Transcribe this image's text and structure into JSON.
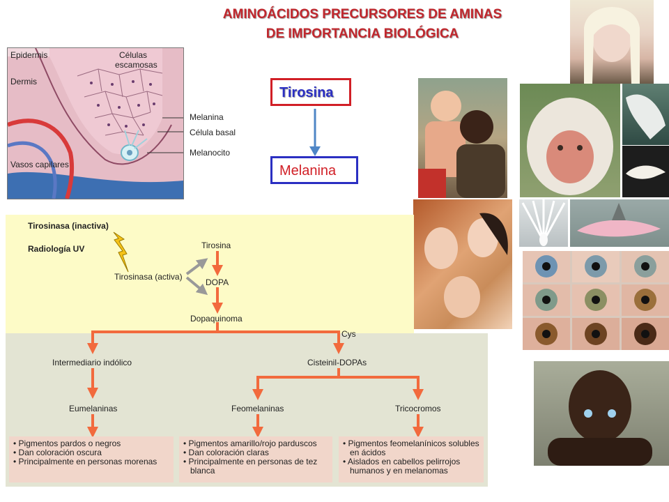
{
  "title": {
    "line1": "AMINOÁCIDOS PRECURSORES DE AMINAS",
    "line2": "DE IMPORTANCIA BIOLÓGICA"
  },
  "flow": {
    "source": "Tirosina",
    "target": "Melanina",
    "source_color": "#d11f26",
    "target_color": "#2b2fc2"
  },
  "skin_diagram": {
    "epidermis": "Epidermis",
    "dermis": "Dermis",
    "vasos": "Vasos capilares",
    "celulas1": "Células",
    "celulas2": "escamosas",
    "melanina": "Melanina",
    "basal": "Célula basal",
    "melanocito": "Melanocito"
  },
  "pathway": {
    "tirosinasa_inactiva": "Tirosinasa (inactiva)",
    "radiologia": "Radiología UV",
    "tirosinasa_activa": "Tirosinasa (activa)",
    "tirosina": "Tirosina",
    "dopa": "DOPA",
    "dopaquinoma": "Dopaquinoma",
    "cys": "Cys",
    "intermediario": "Intermediario indólico",
    "cisteinil": "Cisteinil-DOPAs",
    "eumelaninas": "Eumelaninas",
    "feomelaninas": "Feomelaninas",
    "tricocromos": "Tricocromos",
    "note_eu": [
      "• Pigmentos pardos o negros",
      "• Dan coloración oscura",
      "• Principalmente en personas morenas"
    ],
    "note_feo": [
      "• Pigmentos amarillo/rojo parduscos",
      "• Dan coloración claras",
      "• Principalmente en personas de tez blanca"
    ],
    "note_trico": [
      "• Pigmentos feomelanínicos solubles en ácidos",
      "• Aislados en cabellos pelirrojos humanos y en melanomas"
    ],
    "colors": {
      "upper_bg": "#fdfbc7",
      "lower_bg": "#e3e4d3",
      "arrow": "#f26a3d",
      "note_bg": "#f1d6ca"
    }
  }
}
